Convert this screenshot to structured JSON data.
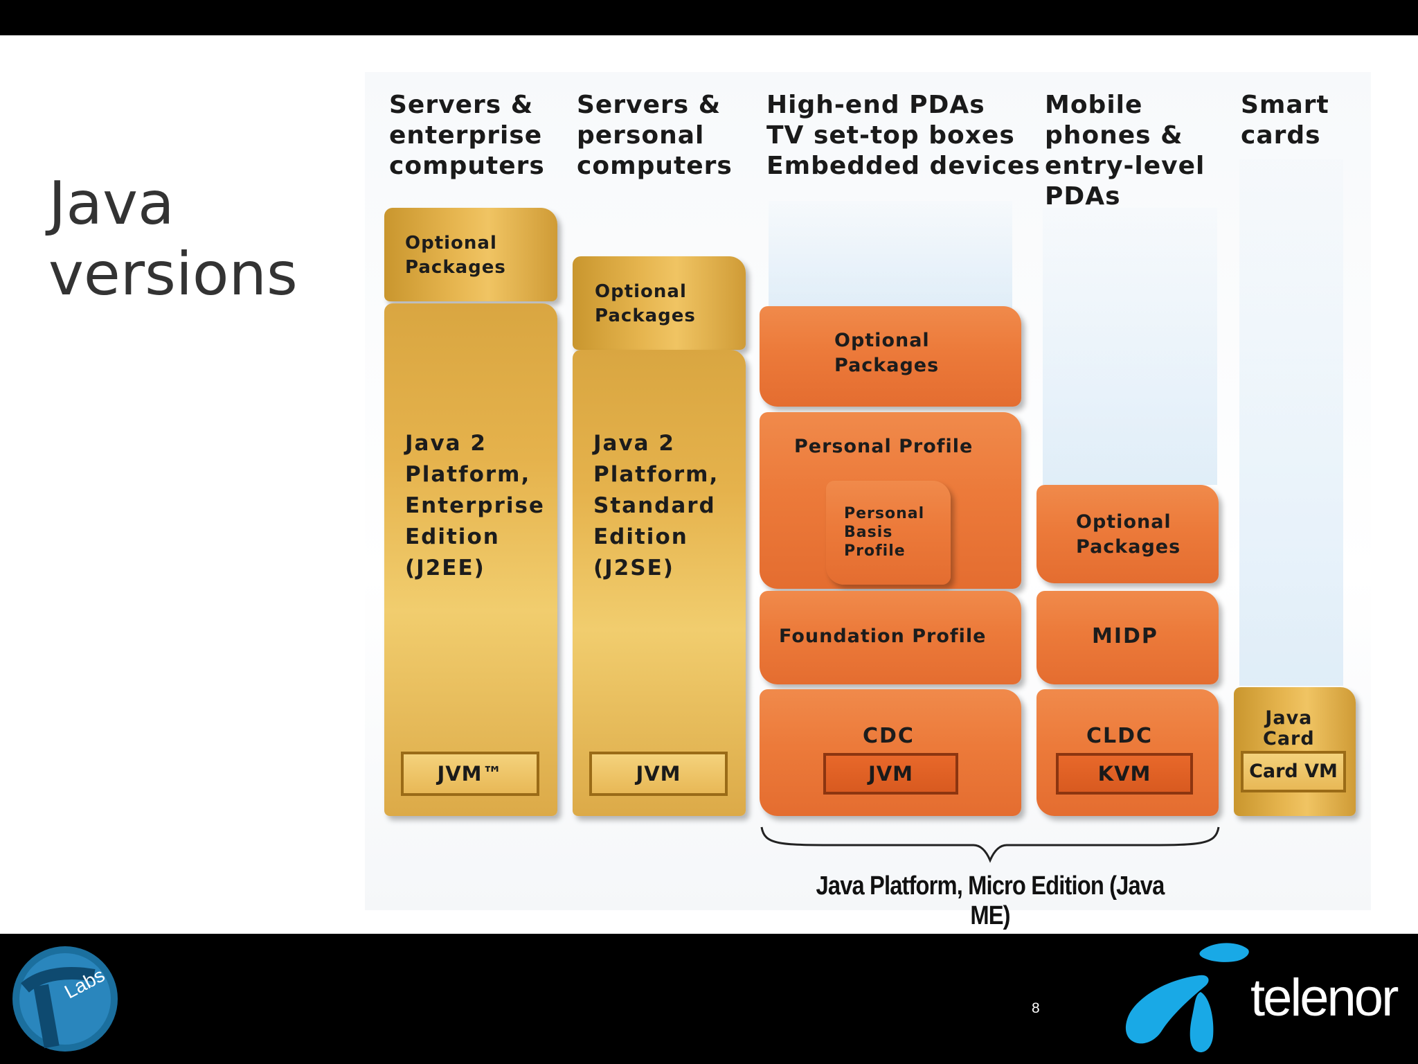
{
  "slide": {
    "title_lines": [
      "Java",
      "versions"
    ],
    "page_number": "8"
  },
  "diagram": {
    "columns": [
      {
        "header": [
          "Servers &",
          "enterprise",
          "computers"
        ]
      },
      {
        "header": [
          "Servers &",
          "personal",
          "computers"
        ]
      },
      {
        "header": [
          "High-end PDAs",
          "TV set-top boxes",
          "Embedded devices"
        ]
      },
      {
        "header": [
          "Mobile",
          "phones &",
          "entry-level",
          "PDAs"
        ]
      },
      {
        "header": [
          "Smart",
          "cards"
        ]
      }
    ],
    "blocks": {
      "col1_optional": [
        "Optional",
        "Packages"
      ],
      "col1_platform": [
        "Java 2",
        "Platform,",
        "Enterprise",
        "Edition",
        "(J2EE)"
      ],
      "col1_vm": "JVM™",
      "col2_optional": [
        "Optional",
        "Packages"
      ],
      "col2_platform": [
        "Java 2",
        "Platform,",
        "Standard",
        "Edition",
        "(J2SE)"
      ],
      "col2_vm": "JVM",
      "col3_optional": [
        "Optional",
        "Packages"
      ],
      "col3_personal_profile": "Personal Profile",
      "col3_personal_basis": [
        "Personal",
        "Basis",
        "Profile"
      ],
      "col3_foundation": "Foundation Profile",
      "col3_config": "CDC",
      "col3_vm": "JVM",
      "col4_optional": [
        "Optional",
        "Packages"
      ],
      "col4_midp": "MIDP",
      "col4_config": "CLDC",
      "col4_vm": "KVM",
      "col5_card": [
        "Java",
        "Card"
      ],
      "col5_vm": "Card VM"
    },
    "micro_edition_label": "Java Platform, Micro Edition (Java ME)"
  },
  "branding": {
    "left_logo_text": "Labs",
    "right_logo_text": "telenor"
  },
  "colors": {
    "gold": "#e5b24c",
    "orange": "#ec7a3a",
    "logo_blue": "#1a9ad6",
    "bar": "#000000"
  }
}
